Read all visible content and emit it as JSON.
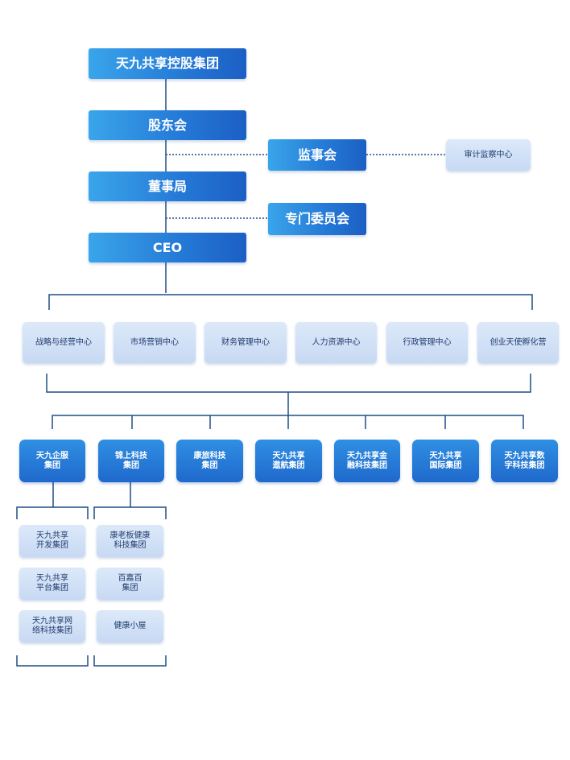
{
  "top": {
    "group": "天九共享控股集团",
    "shareholders": "股东会",
    "supervisory": "监事会",
    "audit": "审计监察中心",
    "board": "董事局",
    "committee": "专门委员会",
    "ceo": "CEO"
  },
  "departments": [
    "战略与经营中心",
    "市场营销中心",
    "财务管理中心",
    "人力资源中心",
    "行政管理中心",
    "创业天使孵化营"
  ],
  "subsidiaries": [
    "天九企服\n集团",
    "锦上科技\n集团",
    "康旅科技\n集团",
    "天九共享\n遨航集团",
    "天九共享金\n融科技集团",
    "天九共享\n国际集团",
    "天九共享数\n字科技集团"
  ],
  "qifu_children": [
    "天九共享\n开发集团",
    "天九共享\n平台集团",
    "天九共享网\n络科技集团"
  ],
  "jinshang_children": [
    "康老板健康\n科技集团",
    "百嘉百\n集团",
    "健康小屋"
  ],
  "colors": {
    "primary_gradient_start": "#3aa5ea",
    "primary_gradient_end": "#1c5fc4",
    "light_box": "#d3e2f6",
    "line": "#1f4f86"
  }
}
